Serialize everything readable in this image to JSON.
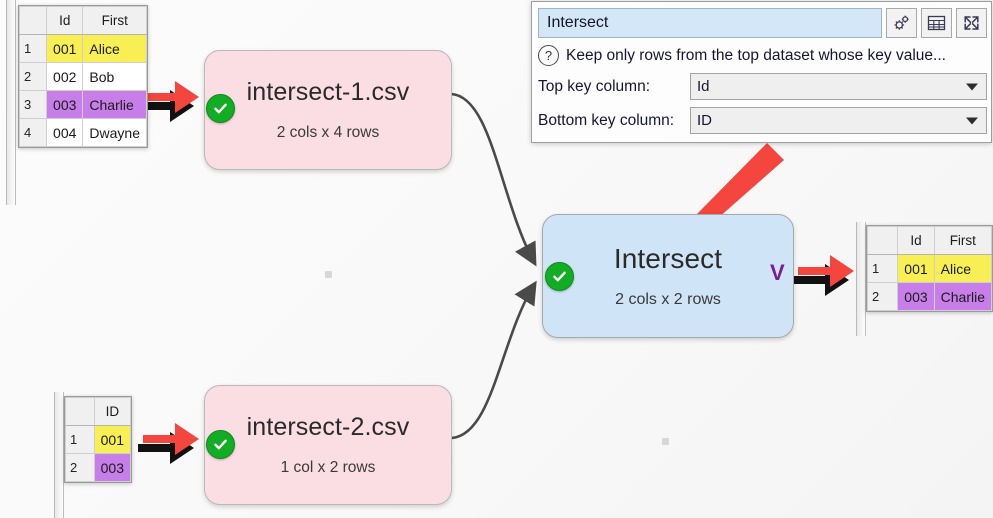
{
  "app": {
    "canvas_label": "flow-canvas"
  },
  "panel": {
    "title_value": "Intersect",
    "help_text": "Keep only rows from the top dataset whose key value...",
    "help_icon": "question-circle-icon",
    "buttons": [
      {
        "name": "settings-gears-icon",
        "label": ""
      },
      {
        "name": "table-grid-icon",
        "label": ""
      },
      {
        "name": "expand-icon",
        "label": ""
      }
    ],
    "fields": [
      {
        "label": "Top key column:",
        "value": "Id"
      },
      {
        "label": "Bottom key column:",
        "value": "ID"
      }
    ]
  },
  "nodes": {
    "source1": {
      "title": "intersect-1.csv",
      "sub": "2 cols x 4 rows",
      "status": "ok"
    },
    "source2": {
      "title": "intersect-2.csv",
      "sub": "1 col x 2 rows",
      "status": "ok"
    },
    "intersect": {
      "title": "Intersect",
      "sub": "2 cols x 2 rows",
      "status": "ok",
      "vmark": "V"
    }
  },
  "tables": {
    "top_left": {
      "columns": [
        "",
        "Id",
        "First"
      ],
      "rows": [
        {
          "n": "1",
          "id": "001",
          "first": "Alice",
          "color": "yellow"
        },
        {
          "n": "2",
          "id": "002",
          "first": "Bob",
          "color": "plain"
        },
        {
          "n": "3",
          "id": "003",
          "first": "Charlie",
          "color": "purple"
        },
        {
          "n": "4",
          "id": "004",
          "first": "Dwayne",
          "color": "plain"
        }
      ]
    },
    "bottom_left": {
      "columns": [
        "",
        "ID"
      ],
      "rows": [
        {
          "n": "1",
          "id": "001",
          "color": "yellow"
        },
        {
          "n": "2",
          "id": "003",
          "color": "purple"
        }
      ]
    },
    "right": {
      "columns": [
        "",
        "Id",
        "First"
      ],
      "rows": [
        {
          "n": "1",
          "id": "001",
          "first": "Alice",
          "color": "yellow"
        },
        {
          "n": "2",
          "id": "003",
          "first": "Charlie",
          "color": "purple"
        }
      ]
    }
  },
  "colors": {
    "highlight_yellow": "#f7ef54",
    "highlight_purple": "#c77ee8",
    "node_pink": "#fbdde4",
    "node_blue": "#cfe4f7",
    "status_green": "#13ad25",
    "annotation_red": "#f5453f",
    "vmark_purple": "#7a1f8f"
  },
  "annotations": [
    {
      "name": "annotation-arrow-to-source1",
      "type": "red-arrow-right"
    },
    {
      "name": "annotation-arrow-to-source2",
      "type": "red-arrow-right"
    },
    {
      "name": "annotation-arrow-to-intersect",
      "type": "red-arrow-diagonal"
    },
    {
      "name": "annotation-arrow-to-output-table",
      "type": "red-arrow-right"
    }
  ]
}
